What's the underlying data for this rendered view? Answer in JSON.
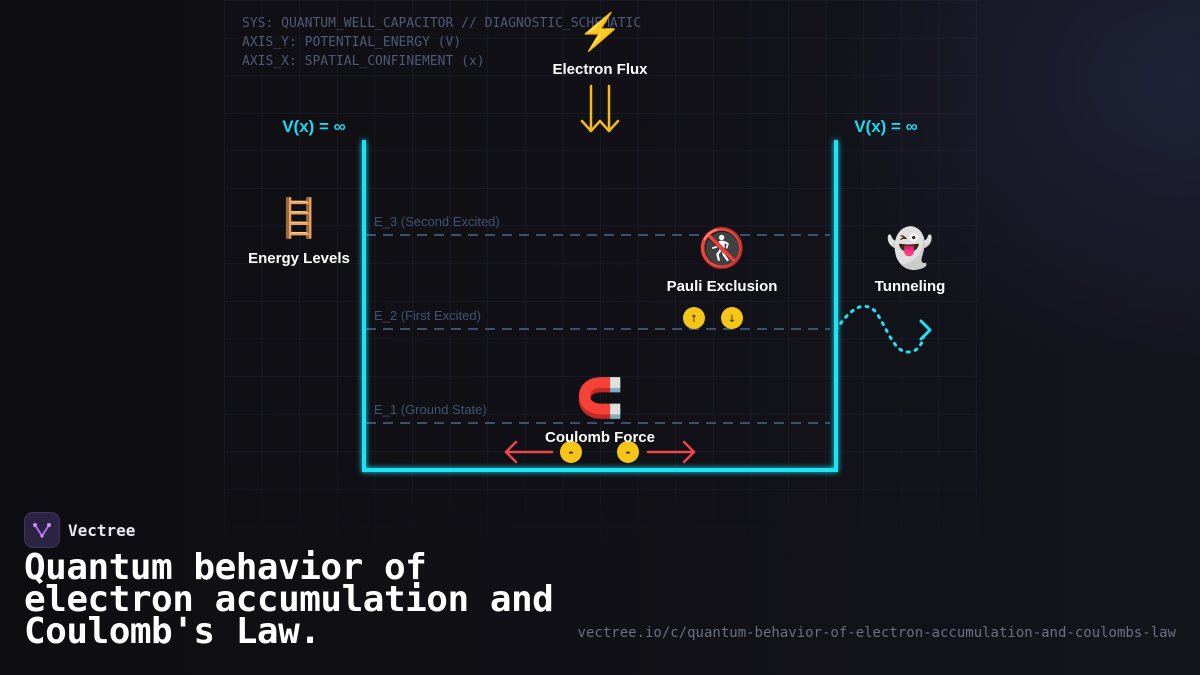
{
  "header": {
    "sys_lines": [
      "SYS: QUANTUM_WELL_CAPACITOR // DIAGNOSTIC_SCHEMATIC",
      "AXIS_Y: POTENTIAL_ENERGY (V)",
      "AXIS_X: SPATIAL_CONFINEMENT (x)"
    ]
  },
  "diagram": {
    "walls": {
      "left_label": "V(x) = ∞",
      "right_label": "V(x) = ∞"
    },
    "levels": [
      {
        "label": "E_3 (Second Excited)"
      },
      {
        "label": "E_2 (First Excited)"
      },
      {
        "label": "E_1 (Ground State)"
      }
    ],
    "callouts": {
      "electron_flux": {
        "icon": "⚡",
        "label": "Electron Flux"
      },
      "energy_levels": {
        "icon": "🪜",
        "label": "Energy Levels"
      },
      "pauli": {
        "icon": "🚷",
        "label": "Pauli Exclusion",
        "spins": [
          "↑",
          "↓"
        ]
      },
      "tunneling": {
        "icon": "👻",
        "label": "Tunneling"
      },
      "coulomb": {
        "icon": "🧲",
        "label": "Coulomb Force",
        "charges": [
          "-",
          "-"
        ]
      }
    },
    "colors": {
      "wall": "#1fe3f5",
      "flux_arrow": "#f5b820",
      "particle": "#f5c518",
      "repulsion_arrow": "#e8484a",
      "level_line": "#3a5270",
      "tunnel_path": "#1fe3f5"
    }
  },
  "footer": {
    "brand": "Vectree",
    "title": "Quantum behavior of electron accumulation and Coulomb's Law.",
    "url": "vectree.io/c/quantum-behavior-of-electron-accumulation-and-coulombs-law"
  }
}
